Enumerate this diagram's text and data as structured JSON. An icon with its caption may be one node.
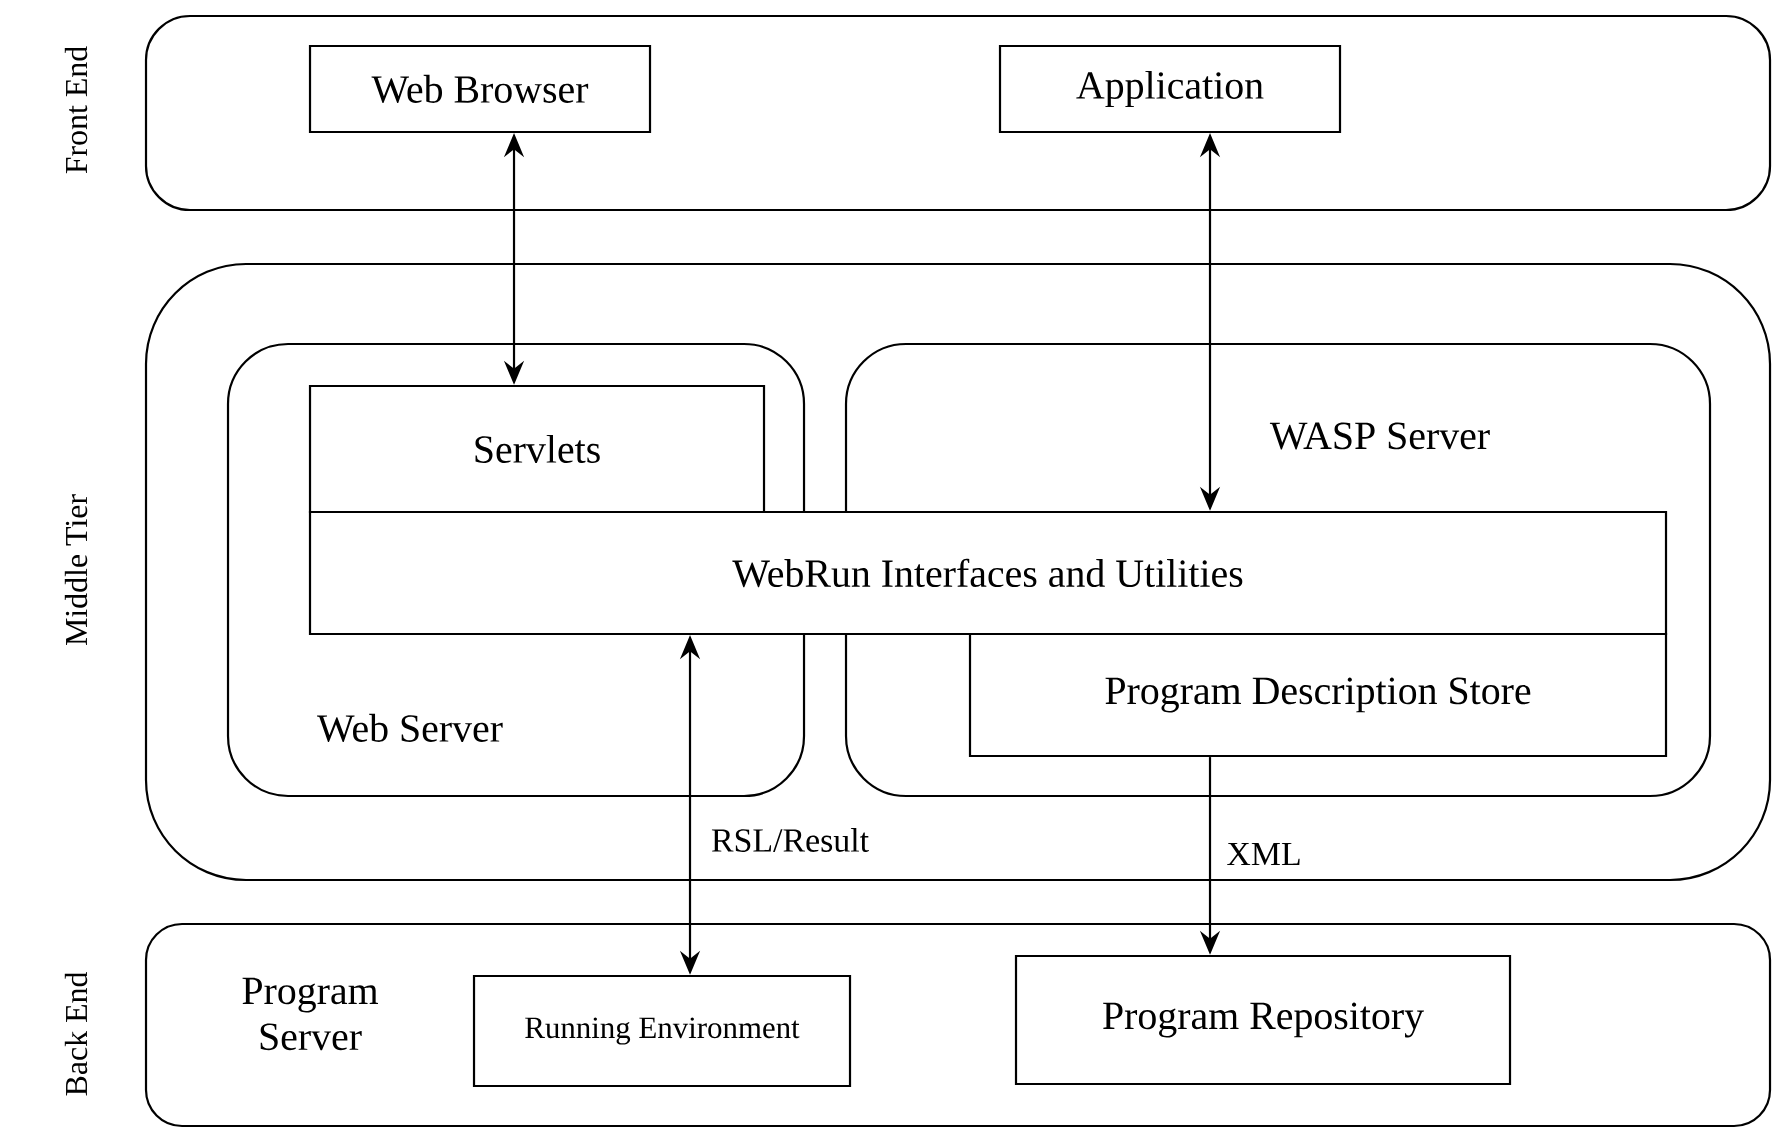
{
  "diagram": {
    "nodes": [
      {
        "text": [
          "Front End"
        ]
      },
      {
        "text": [
          "Web Browser"
        ],
        "in": 0
      },
      {
        "text": [
          "Application"
        ],
        "in": 0
      },
      {
        "text": [
          "Middle Tier"
        ]
      },
      {
        "text": [
          "Web Server"
        ],
        "in": 3
      },
      {
        "text": [
          "Servlets"
        ],
        "in": 4
      },
      {
        "text": [
          "WASP Server"
        ],
        "in": 3
      },
      {
        "text": [
          "WebRun Interfaces and Utilities"
        ],
        "in": 3
      },
      {
        "text": [
          "Program Description Store"
        ],
        "in": 6
      },
      {
        "text": [
          "Back End",
          "Program Server"
        ]
      },
      {
        "text": [
          "Running Environment"
        ],
        "in": 9
      },
      {
        "text": [
          "Program Repository"
        ],
        "in": 9
      }
    ],
    "edges": [
      {
        "from": 1,
        "to": 5,
        "arrow": "both"
      },
      {
        "from": 2,
        "to": 7,
        "arrow": "both"
      },
      {
        "from": 7,
        "to": 10,
        "arrow": "both",
        "label": "RSL/Result"
      },
      {
        "from": 8,
        "to": 11,
        "arrow": "to",
        "label": "XML"
      }
    ]
  }
}
